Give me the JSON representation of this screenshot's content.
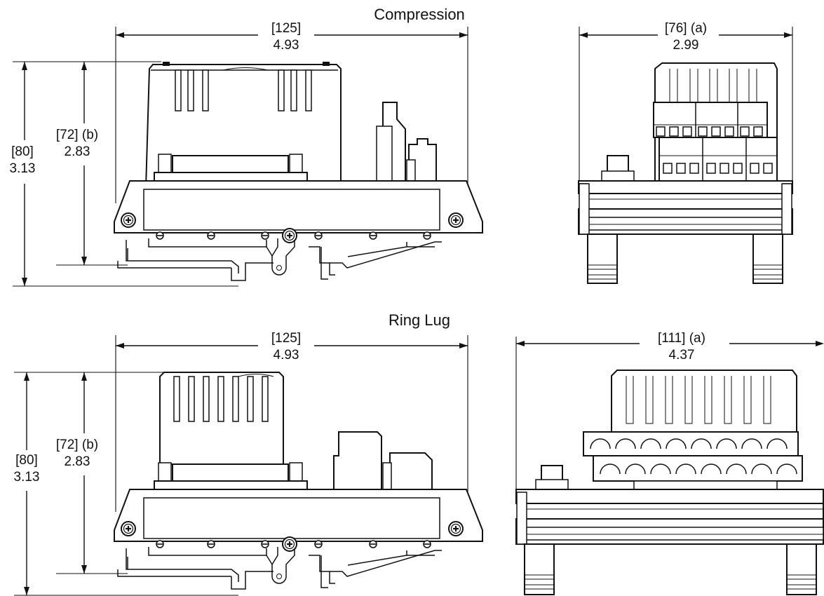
{
  "sections": {
    "compression": {
      "title": "Compression",
      "side_width": {
        "mm": "[125]",
        "inch": "4.93"
      },
      "end_width": {
        "mm": "[76] (a)",
        "inch": "2.99"
      },
      "overall_height": {
        "mm": "[80]",
        "inch": "3.13"
      },
      "body_height": {
        "mm": "[72] (b)",
        "inch": "2.83"
      }
    },
    "ring_lug": {
      "title": "Ring Lug",
      "side_width": {
        "mm": "[125]",
        "inch": "4.93"
      },
      "end_width": {
        "mm": "[111] (a)",
        "inch": "4.37"
      },
      "overall_height": {
        "mm": "[80]",
        "inch": "3.13"
      },
      "body_height": {
        "mm": "[72] (b)",
        "inch": "2.83"
      }
    }
  }
}
